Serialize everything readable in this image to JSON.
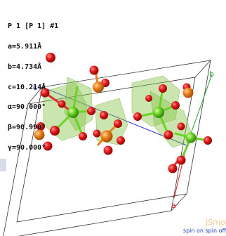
{
  "viewer": {
    "title_line": "P 1 [P 1] #1",
    "params": [
      "a=5.911Å",
      "b=4.734Å",
      "c=10.214Å",
      "α=90.000°",
      "β=90.990°",
      "γ=90.000°"
    ],
    "axis_labels": {
      "a": "a",
      "b": "b",
      "c": "c"
    },
    "brand": "JSmol",
    "spin_link": "spin on spin off"
  },
  "colors": {
    "oxygen": "#e0101a",
    "phosphorus": "#ec7f1a",
    "metal": "#62cc22",
    "polyhedron": "#8cc64e",
    "axis_a": "#d81e1e",
    "axis_b": "#2e9e2e",
    "axis_c": "#2929c4"
  }
}
